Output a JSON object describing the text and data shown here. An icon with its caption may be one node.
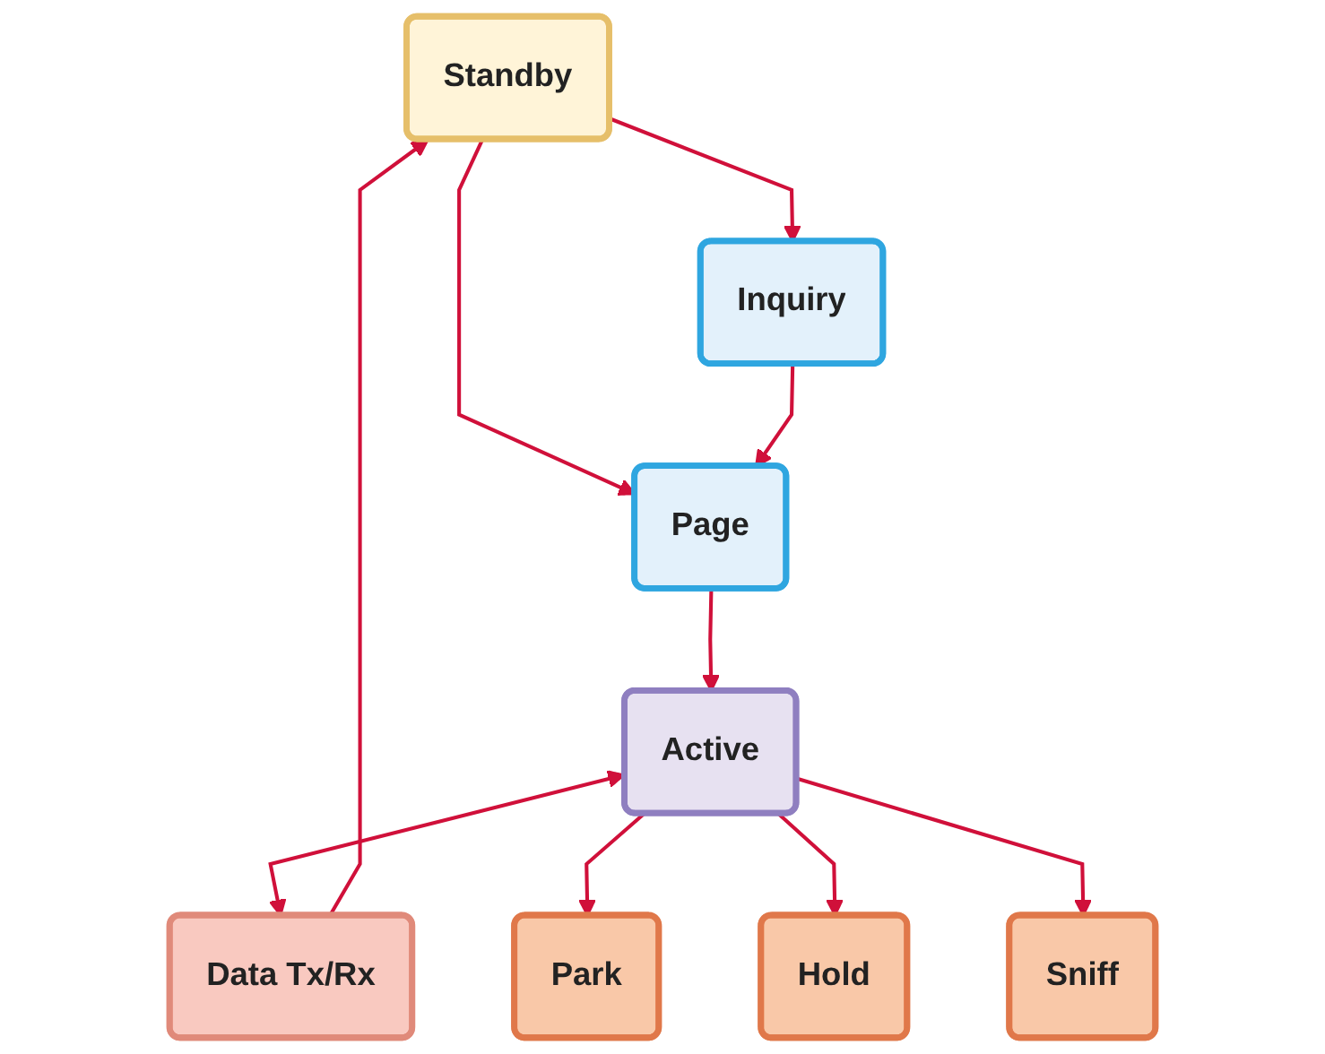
{
  "diagram": {
    "nodes": [
      {
        "text": [
          "Standby"
        ]
      },
      {
        "text": [
          "Inquiry"
        ]
      },
      {
        "text": [
          "Page"
        ]
      },
      {
        "text": [
          "Data Tx/Rx"
        ]
      },
      {
        "text": [
          "Active"
        ]
      },
      {
        "text": [
          "Park"
        ]
      },
      {
        "text": [
          "Hold"
        ]
      },
      {
        "text": [
          "Sniff"
        ]
      }
    ],
    "edges": [
      {
        "from": 0,
        "to": 1,
        "arrow": "to"
      },
      {
        "from": 0,
        "to": 2,
        "arrow": "to"
      },
      {
        "from": 1,
        "to": 2,
        "arrow": "to"
      },
      {
        "from": 2,
        "to": 4,
        "arrow": "to"
      },
      {
        "from": 4,
        "to": 3,
        "arrow": "both"
      },
      {
        "from": 3,
        "to": 0,
        "arrow": "to"
      },
      {
        "from": 4,
        "to": 5,
        "arrow": "to"
      },
      {
        "from": 4,
        "to": 6,
        "arrow": "to"
      },
      {
        "from": 4,
        "to": 7,
        "arrow": "to"
      }
    ]
  }
}
